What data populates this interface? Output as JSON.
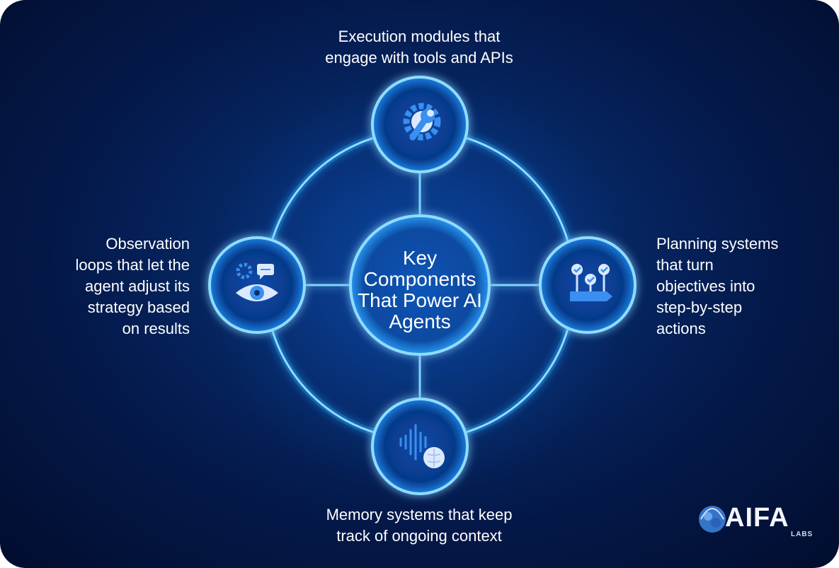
{
  "diagram": {
    "center_title": "Key\nComponents\nThat Power AI\nAgents",
    "nodes": {
      "top": {
        "text": "Execution modules that\nengage with tools and APIs",
        "icon": "gear-wrench-icon"
      },
      "right": {
        "text": "Planning systems\nthat turn\nobjectives into\nstep-by-step\nactions",
        "icon": "checklist-flow-icon"
      },
      "bottom": {
        "text": "Memory systems that keep\ntrack of ongoing context",
        "icon": "brain-waveform-icon"
      },
      "left": {
        "text": "Observation\nloops that let the\nagent adjust its\nstrategy based\non results",
        "icon": "eye-chat-icon"
      }
    }
  },
  "logo": {
    "text": "AIFA",
    "sub": "LABS"
  },
  "colors": {
    "background": "#041a4c",
    "ring": "#7fd3ff",
    "glow": "#2aa8ff",
    "icon_blue": "#3a8ff0",
    "text": "#ffffff"
  }
}
